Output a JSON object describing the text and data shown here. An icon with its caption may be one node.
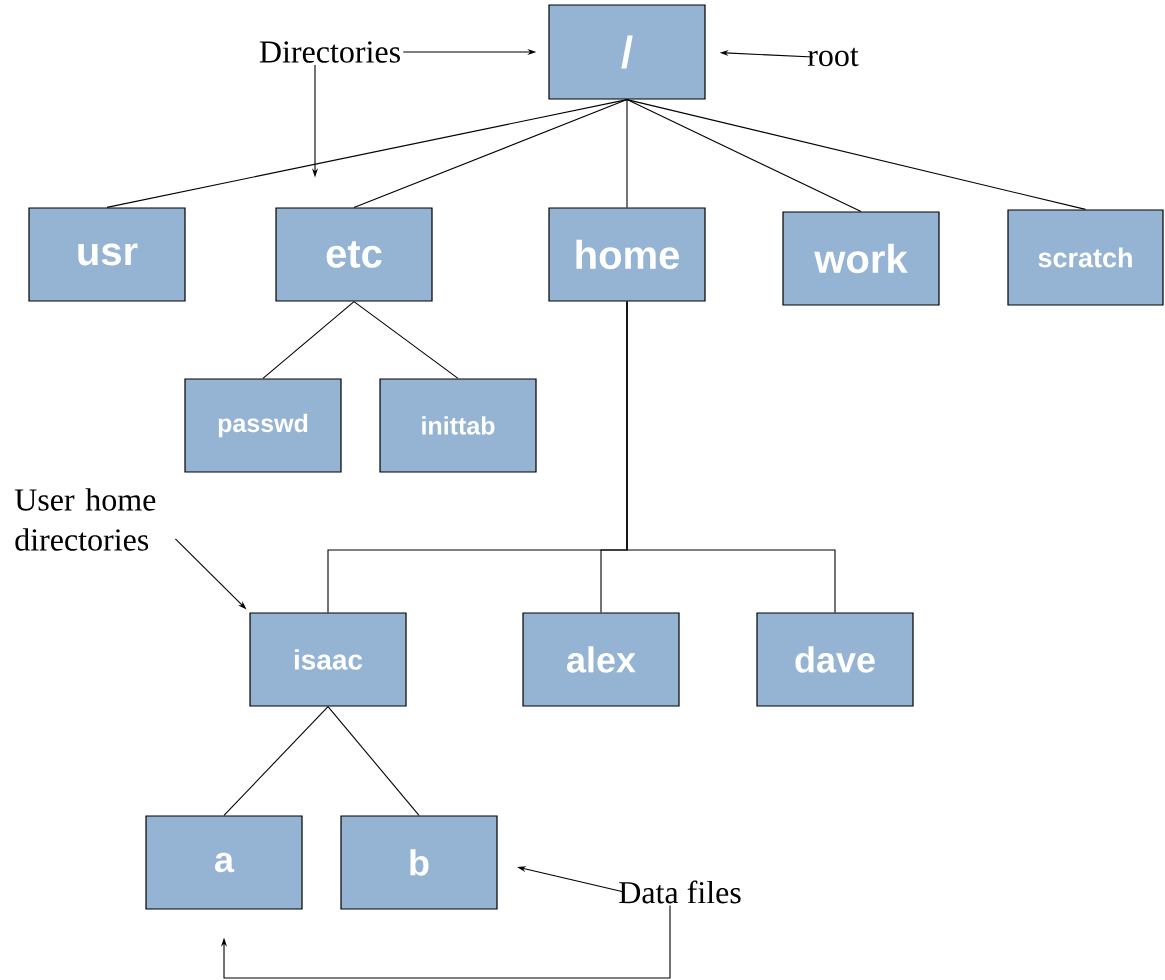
{
  "diagram": {
    "nodes": [
      {
        "text": [
          "/"
        ]
      },
      {
        "text": [
          "usr"
        ]
      },
      {
        "text": [
          "etc"
        ]
      },
      {
        "text": [
          "home"
        ]
      },
      {
        "text": [
          "work"
        ]
      },
      {
        "text": [
          "scratch"
        ]
      },
      {
        "text": [
          "passwd"
        ]
      },
      {
        "text": [
          "inittab"
        ]
      },
      {
        "text": [
          "isaac"
        ]
      },
      {
        "text": [
          "alex"
        ]
      },
      {
        "text": [
          "dave"
        ]
      },
      {
        "text": [
          "a"
        ]
      },
      {
        "text": [
          "b"
        ]
      },
      {
        "text": [
          "Directories"
        ]
      },
      {
        "text": [
          "root"
        ]
      },
      {
        "text": [
          "User home directories"
        ]
      },
      {
        "text": [
          "Data files"
        ]
      }
    ],
    "edges": [
      {
        "from": 0,
        "to": 1,
        "arrow": "none"
      },
      {
        "from": 0,
        "to": 2,
        "arrow": "none"
      },
      {
        "from": 0,
        "to": 3,
        "arrow": "none"
      },
      {
        "from": 0,
        "to": 4,
        "arrow": "none"
      },
      {
        "from": 0,
        "to": 5,
        "arrow": "none"
      },
      {
        "from": 2,
        "to": 6,
        "arrow": "none"
      },
      {
        "from": 2,
        "to": 7,
        "arrow": "none"
      },
      {
        "from": 3,
        "to": 8,
        "arrow": "none"
      },
      {
        "from": 3,
        "to": 9,
        "arrow": "none"
      },
      {
        "from": 3,
        "to": 10,
        "arrow": "none"
      },
      {
        "from": 8,
        "to": 11,
        "arrow": "none"
      },
      {
        "from": 8,
        "to": 12,
        "arrow": "none"
      },
      {
        "from": 13,
        "to": 0,
        "arrow": "to"
      },
      {
        "from": 13,
        "to": 2,
        "arrow": "to"
      },
      {
        "from": 14,
        "to": 0,
        "arrow": "to"
      },
      {
        "from": 15,
        "to": 8,
        "arrow": "to"
      },
      {
        "from": 16,
        "to": 12,
        "arrow": "to"
      },
      {
        "from": 16,
        "to": 11,
        "arrow": "to"
      }
    ]
  }
}
